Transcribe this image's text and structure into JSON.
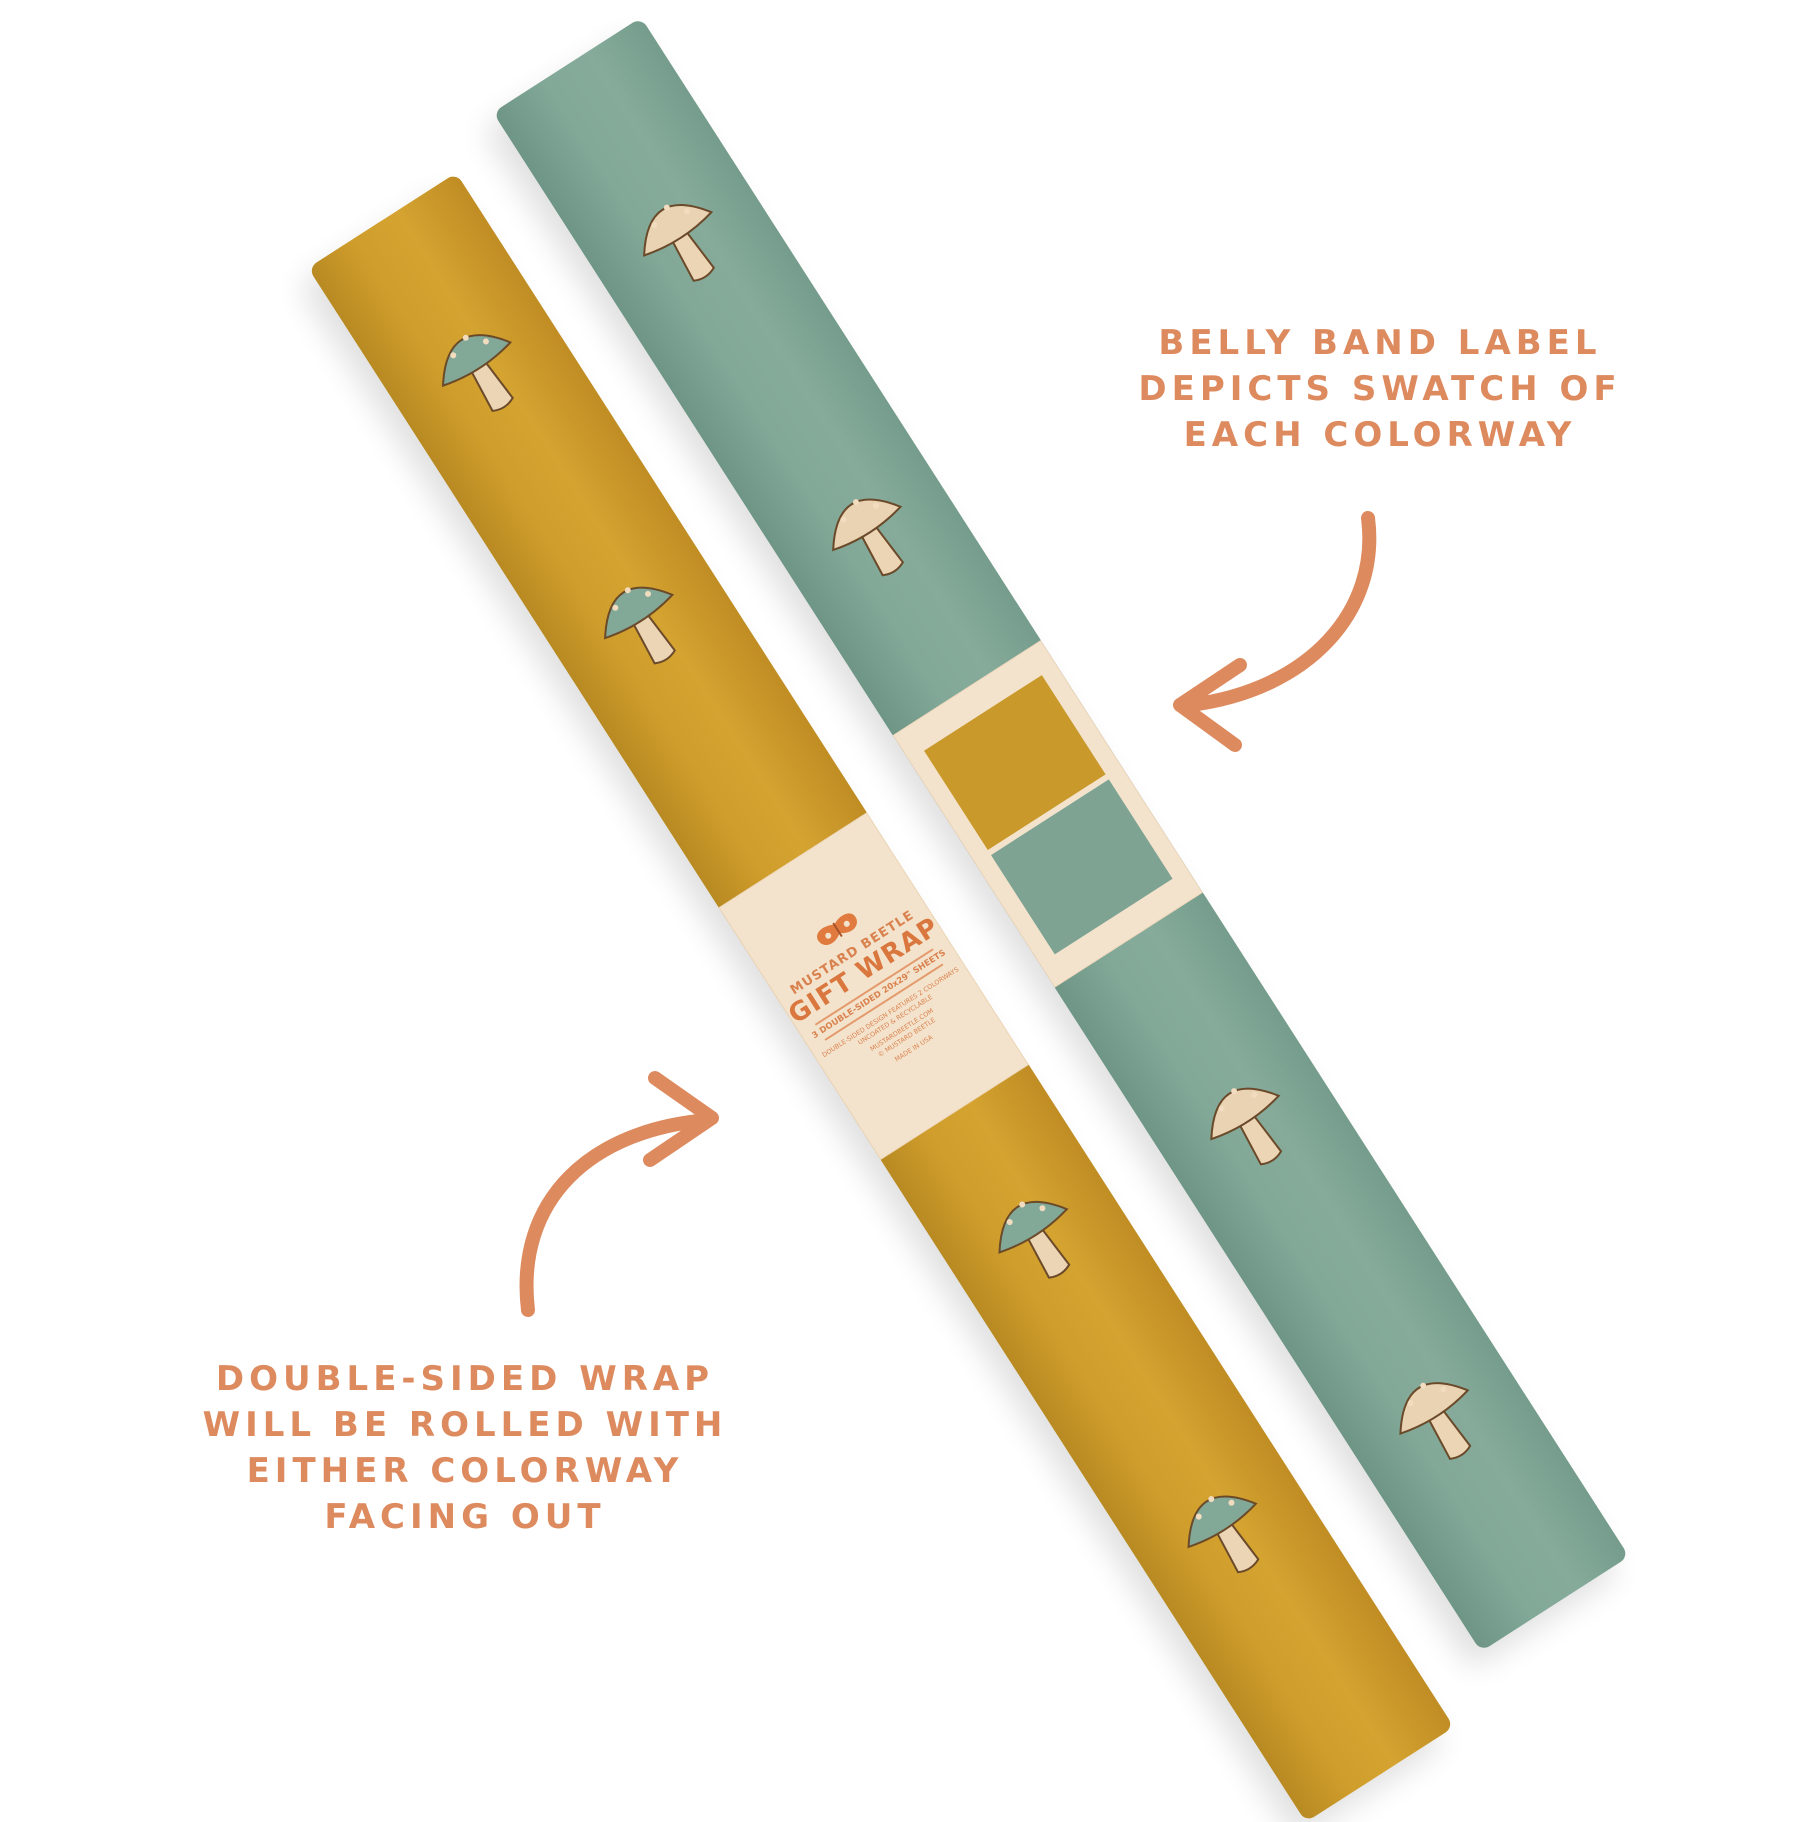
{
  "annotations": {
    "belly_band": [
      "BELLY BAND LABEL",
      "DEPICTS SWATCH OF",
      "EACH COLORWAY"
    ],
    "double_sided": [
      "DOUBLE-SIDED WRAP",
      "WILL BE ROLLED WITH",
      "EITHER COLORWAY",
      "FACING OUT"
    ]
  },
  "label": {
    "brand": "MUSTARD BEETLE",
    "title": "GIFT WRAP",
    "sheets": "3 DOUBLE-SIDED 20x29\" SHEETS",
    "feature1": "DOUBLE-SIDED DESIGN FEATURES 2 COLORWAYS",
    "feature2": "UNCOATED & RECYCLABLE",
    "website": "MUSTARDBEETLE.COM",
    "copyright": "© MUSTARD BEETLE",
    "origin": "MADE IN USA"
  },
  "colors": {
    "accent": "#dd8a5e",
    "mustard": "#cf9d2b",
    "teal": "#82a898",
    "label": "#f4e3cc"
  }
}
